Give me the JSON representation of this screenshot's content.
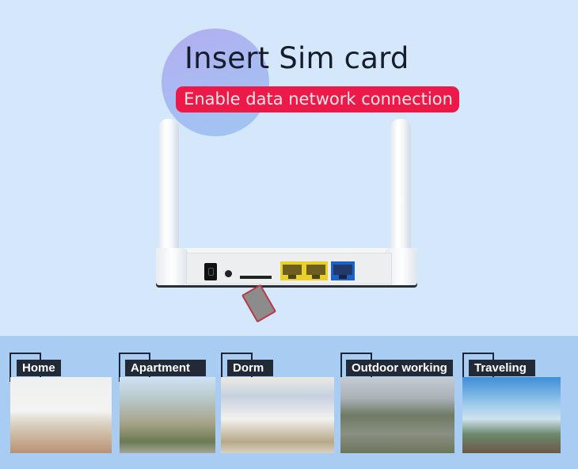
{
  "header": {
    "title": "Insert Sim card",
    "subtitle": "Enable data network connection"
  },
  "colors": {
    "background_top": "#d4e7fb",
    "background_band": "#a9ccf2",
    "pill": "#ec1a48",
    "label_bg": "#222a38",
    "lan_port": "#e9d12a",
    "wan_port": "#1b61c8"
  },
  "router": {
    "ports": [
      "power",
      "reset-button",
      "sim-slot",
      "lan-1",
      "lan-2",
      "wan"
    ],
    "antennas": 2
  },
  "scenarios": [
    {
      "label": "Home",
      "image": "home-interior-photo"
    },
    {
      "label": "Apartment",
      "image": "apartment-building-photo"
    },
    {
      "label": "Dorm",
      "image": "dorm-bunk-beds-photo"
    },
    {
      "label": "Outdoor working",
      "image": "outdoor-site-photo"
    },
    {
      "label": "Traveling",
      "image": "travelers-on-mountain-photo"
    }
  ]
}
